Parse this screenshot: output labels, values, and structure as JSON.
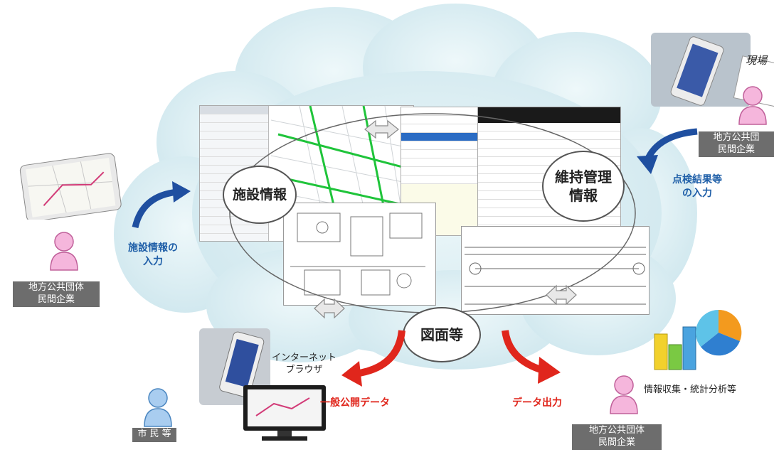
{
  "nodes": {
    "facility": "施設情報",
    "maintenance": "維持管理\n情報",
    "drawings": "図面等"
  },
  "inputs": {
    "facility_input": "施設情報の\n入力",
    "inspection_input": "点検結果等\nの入力"
  },
  "outputs": {
    "public_data": "一般公開データ",
    "data_output": "データ出力"
  },
  "actors": {
    "left": "地方公共団体\n民間企業",
    "top_right": "地方公共団\n民間企業",
    "bottom_right": "地方公共団体\n民間企業",
    "citizen": "市 民 等"
  },
  "labels": {
    "internet_browser": "インターネット\nブラウザ",
    "stats": "情報収集・統計分析等",
    "field_note": "現場"
  },
  "colors": {
    "blue_arrow": "#1f4fa0",
    "red_arrow": "#e0261c",
    "person_pink": "#f5b6dc",
    "person_blue": "#a9cdf0",
    "cloud": "#dbeef3"
  },
  "icons": [
    "tablet-icon",
    "smartphone-icon",
    "monitor-icon",
    "pie-chart-icon",
    "person-icon"
  ]
}
